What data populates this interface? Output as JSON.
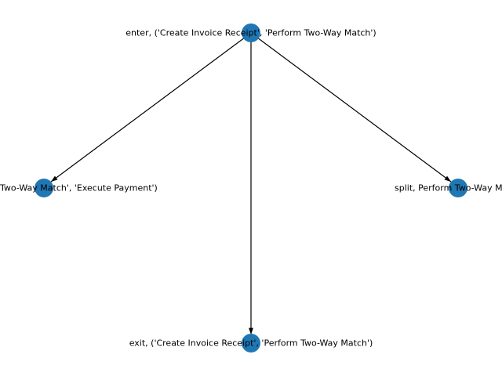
{
  "diagram": {
    "type": "directed-graph",
    "node_color": "#1f77b4",
    "edge_color": "#000000",
    "nodes": [
      {
        "id": "enter",
        "label": "enter, ('Create Invoice Receipt', 'Perform Two-Way Match')"
      },
      {
        "id": "left",
        "label": "Two-Way Match', 'Execute Payment')"
      },
      {
        "id": "split",
        "label": "split, Perform Two-Way M"
      },
      {
        "id": "exit",
        "label": "exit, ('Create Invoice Receipt', 'Perform Two-Way Match')"
      }
    ],
    "edges": [
      {
        "from": "enter",
        "to": "left"
      },
      {
        "from": "enter",
        "to": "exit"
      },
      {
        "from": "enter",
        "to": "split"
      }
    ]
  }
}
